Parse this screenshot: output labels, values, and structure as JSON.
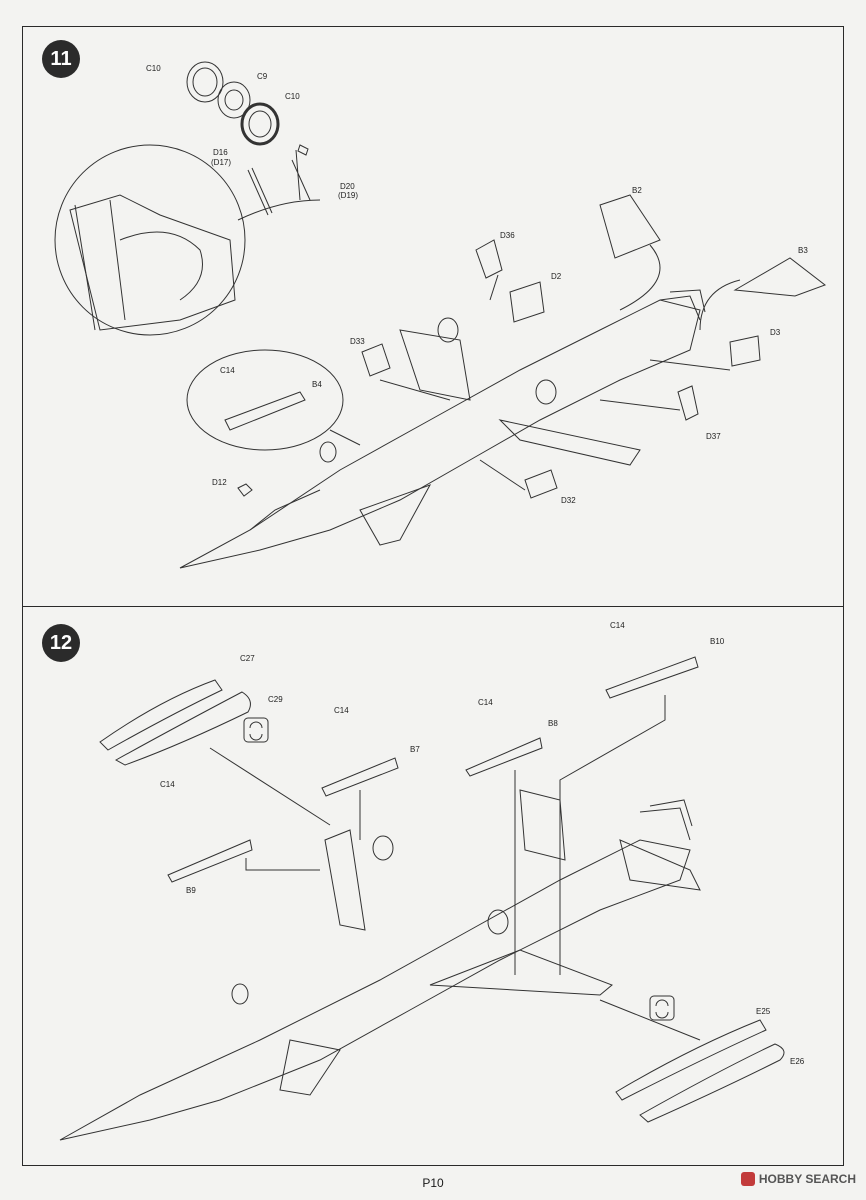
{
  "page": {
    "number": "P10"
  },
  "watermark": {
    "text": "HOBBY SEARCH",
    "color": "#c23b3b"
  },
  "steps": [
    {
      "number": "11",
      "labels": [
        "C10",
        "C9",
        "C10",
        "D16",
        "(D17)",
        "D20",
        "(D19)",
        "B2",
        "B3",
        "D36",
        "D2",
        "D3",
        "D33",
        "C14",
        "B4",
        "D37",
        "D12",
        "D32"
      ]
    },
    {
      "number": "12",
      "labels": [
        "C27",
        "C29",
        "C14",
        "B7",
        "C14",
        "B8",
        "C14",
        "B10",
        "C14",
        "B9",
        "E25",
        "E26"
      ]
    }
  ]
}
